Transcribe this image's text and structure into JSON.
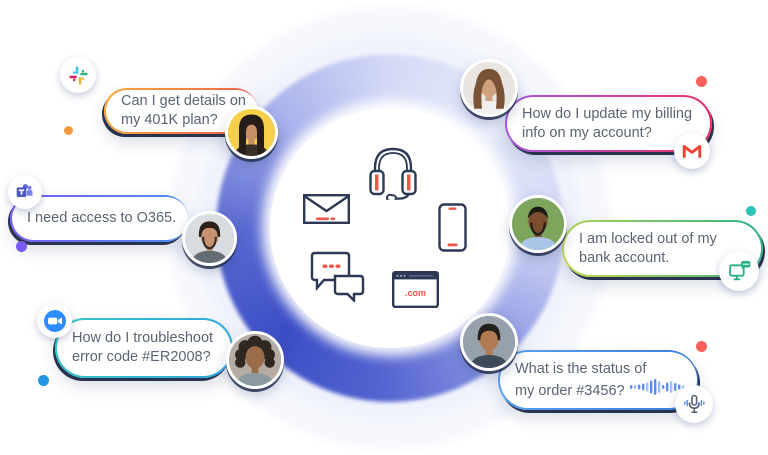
{
  "scene": {
    "background": "#ffffff"
  },
  "colors": {
    "icon_stroke": "#2c3854",
    "icon_accent": "#ee5448",
    "text": "#5a6472",
    "shadow_navy": "#28334f"
  },
  "bubbles": [
    {
      "id": "401k",
      "app": "slack-icon",
      "lines": [
        "Can I get details on",
        "my 401K plan?"
      ],
      "border": [
        "#f8a93c",
        "#ee5a4d"
      ],
      "border_angle": 110,
      "dot": "#f59a3a",
      "avatar": {
        "bg": "#f7d04b",
        "skin": "#c78e66",
        "hair": "#241d1a",
        "shirt": "#3a2e28",
        "style": "long",
        "beard": false
      }
    },
    {
      "id": "o365",
      "app": "teams-icon",
      "lines": [
        "I need access to O365."
      ],
      "border": [
        "#7c5bf2",
        "#4b8ef0"
      ],
      "border_angle": 100,
      "dot": "#7a5af5",
      "avatar": {
        "bg": "#d9dde1",
        "skin": "#c79272",
        "hair": "#2a211c",
        "shirt": "#636b74",
        "style": "short",
        "beard": true
      }
    },
    {
      "id": "er2008",
      "app": "zoom-icon",
      "lines": [
        "How do I troubleshoot",
        "error code #ER2008?"
      ],
      "border": [
        "#39c7c4",
        "#2fa4de"
      ],
      "border_angle": 100,
      "dot": "#2196e8",
      "avatar": {
        "bg": "#b5aca4",
        "skin": "#9c6b47",
        "hair": "#2e2722",
        "shirt": "#8a9aa0",
        "style": "curly",
        "beard": false
      }
    },
    {
      "id": "billing",
      "app": "gmail-icon",
      "lines": [
        "How do I update my billing",
        "info on my account?"
      ],
      "border": [
        "#a259e4",
        "#ee2f5f"
      ],
      "border_angle": 100,
      "dot": "#f9615a",
      "avatar": {
        "bg": "#e9e6e2",
        "skin": "#cfa17c",
        "hair": "#7a5236",
        "shirt": "#f2f0ee",
        "style": "wavy",
        "beard": false
      }
    },
    {
      "id": "bank",
      "app": "livechat-icon",
      "lines": [
        "I am locked out of my",
        "bank account."
      ],
      "border": [
        "#c8d64d",
        "#2bb287"
      ],
      "border_angle": 60,
      "dot": "#2bc2b4",
      "avatar": {
        "bg": "#7da55c",
        "skin": "#7d4f30",
        "hair": "#1e1a16",
        "shirt": "#a9c6e8",
        "style": "buzz",
        "beard": true
      }
    },
    {
      "id": "order",
      "app": "microphone-icon",
      "lines": [
        "What is the status of",
        "my order #3456?"
      ],
      "border": [
        "#58a2f0",
        "#3a7ad8"
      ],
      "border_angle": 100,
      "dot": "#f9615a",
      "avatar": {
        "bg": "#97a1ab",
        "skin": "#b07a52",
        "hair": "#23201c",
        "shirt": "#3e4a58",
        "style": "short",
        "beard": false
      }
    }
  ],
  "center": {
    "icons": [
      "headset-icon",
      "envelope-icon",
      "smartphone-icon",
      "chat-bubbles-icon",
      "browser-icon"
    ],
    "browser_label": ".com"
  },
  "waveform": [
    4,
    4,
    5,
    7,
    9,
    13,
    16,
    12,
    4,
    9,
    12,
    8,
    5,
    3
  ]
}
